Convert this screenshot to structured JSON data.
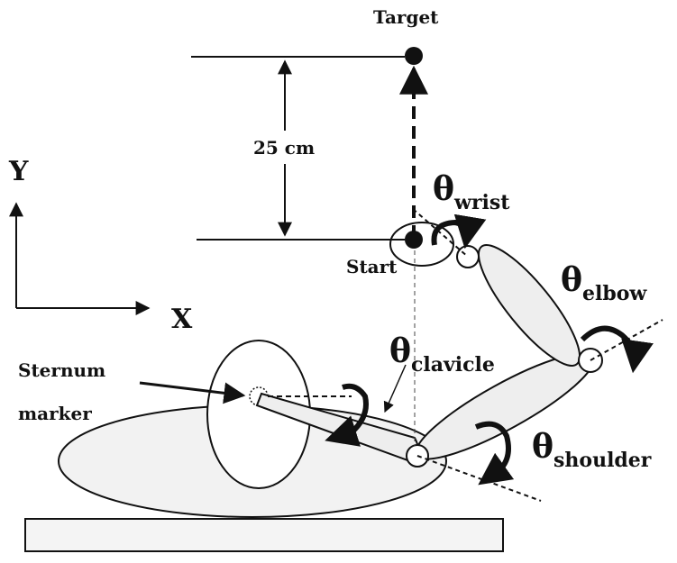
{
  "labels": {
    "target": "Target",
    "start": "Start",
    "distance": "25 cm",
    "axis_y": "Y",
    "axis_x": "X",
    "sternum_line1": "Sternum",
    "sternum_line2": "marker"
  },
  "angles": {
    "wrist": {
      "symbol": "θ",
      "sub": "wrist"
    },
    "elbow": {
      "symbol": "θ",
      "sub": "elbow"
    },
    "clavicle": {
      "symbol": "θ",
      "sub": "clavicle"
    },
    "shoulder": {
      "symbol": "θ",
      "sub": "shoulder"
    }
  },
  "colors": {
    "ink": "#111111",
    "segment_fill": "#eeeeee",
    "body_fill": "#f2f2f2"
  }
}
